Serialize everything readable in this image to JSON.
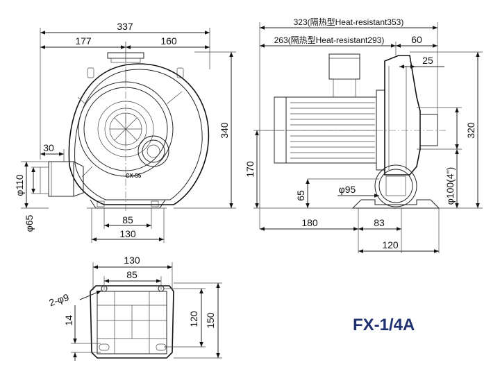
{
  "model": "FX-1/4A",
  "front_view": {
    "width_total": "337",
    "width_left": "177",
    "width_right": "160",
    "height_total": "340",
    "inlet_offset": "30",
    "outlet_outer": "φ110",
    "outlet_inner": "φ65",
    "base_inner": "85",
    "base_outer": "130",
    "nameplate": "CX-55"
  },
  "side_view": {
    "length_heat": "323(隔热型Heat-resistant353)",
    "length_heat_inner": "263(隔热型Heat-resistant293)",
    "flange_width": "60",
    "flange_offset": "25",
    "height_right": "320",
    "shaft_height": "170",
    "inlet_diameter": "φ95",
    "inlet_offset": "65",
    "outlet_diameter": "φ100(4\")",
    "base_left": "180",
    "base_span": "83",
    "base_width": "120"
  },
  "base_view": {
    "width_outer": "130",
    "width_inner": "85",
    "holes": "2-φ9",
    "hole_offset": "14",
    "depth_inner": "120",
    "depth_outer": "150"
  }
}
